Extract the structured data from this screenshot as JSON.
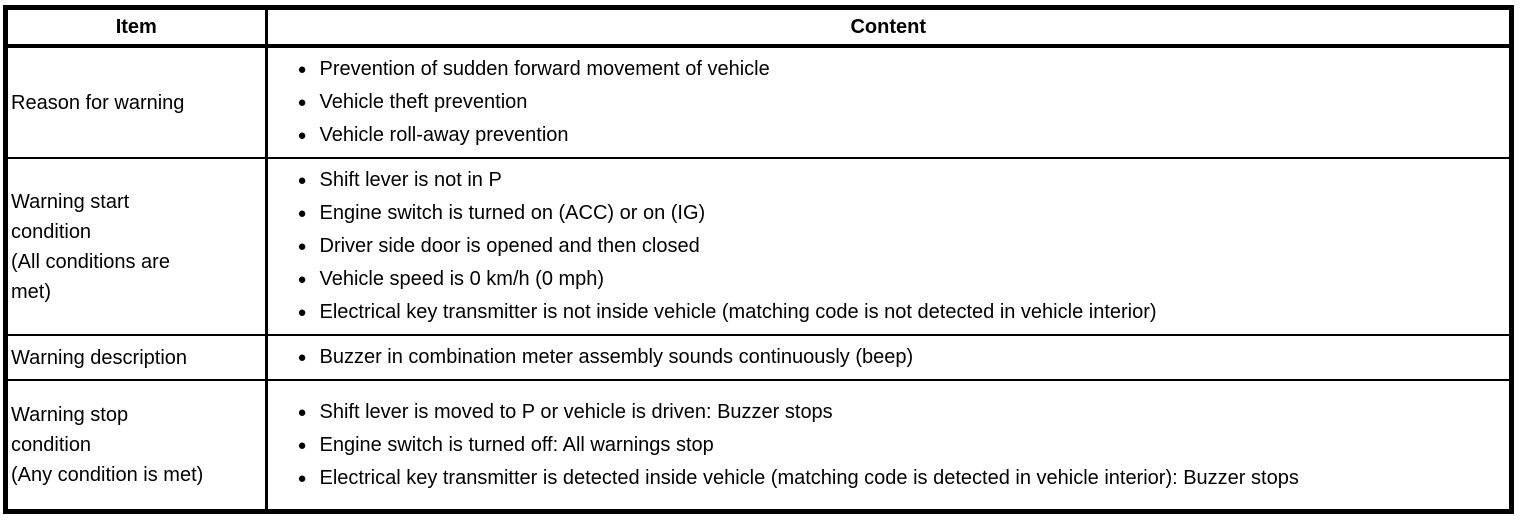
{
  "page": {
    "background_color": "#ffffff",
    "border_color": "#000000"
  },
  "icons": {
    "bullet": "●"
  },
  "table": {
    "headers": {
      "item": "Item",
      "content": "Content"
    },
    "rows": [
      {
        "item": "Reason for warning",
        "bullets": [
          "Prevention of sudden forward movement of vehicle",
          "Vehicle theft prevention",
          "Vehicle roll-away prevention"
        ]
      },
      {
        "item": "Warning start\ncondition\n(All conditions are\nmet)",
        "bullets": [
          "Shift lever is not in P",
          "Engine switch is turned on (ACC) or on (IG)",
          "Driver side door is opened and then closed",
          "Vehicle speed is 0 km/h (0 mph)",
          "Electrical key transmitter is not inside vehicle (matching code is not detected in vehicle interior)"
        ]
      },
      {
        "item": "Warning description",
        "bullets": [
          "Buzzer in combination meter assembly sounds continuously (beep)"
        ]
      },
      {
        "item": "Warning stop\ncondition\n(Any condition is met)",
        "bullets": [
          "Shift lever is moved to P or vehicle is driven: Buzzer stops",
          "Engine switch is turned off: All warnings stop",
          "Electrical key transmitter is detected inside vehicle (matching code is detected in vehicle interior): Buzzer stops"
        ]
      }
    ]
  }
}
